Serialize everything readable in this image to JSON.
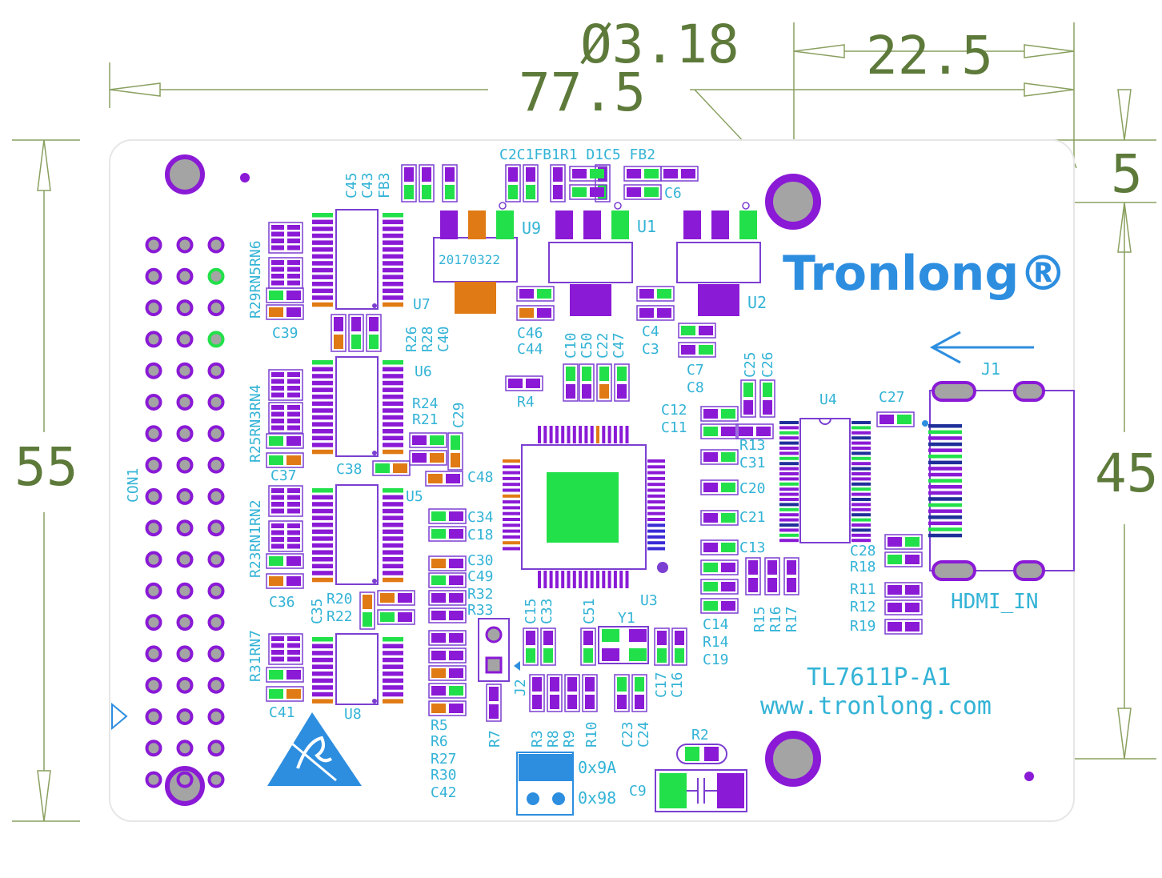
{
  "dimensions": {
    "overall_width": "77.5",
    "overall_height": "55",
    "hole_diameter": "Ø3.18",
    "hole_offset_x": "22.5",
    "hole_offset_y": "5",
    "hole_spacing_y": "45"
  },
  "brand": {
    "name": "Tronlong®"
  },
  "board": {
    "model": "TL7611P-A1",
    "website": "www.tronlong.com",
    "date_code": "20170322"
  },
  "connectors": {
    "con1": "CON1",
    "j1": "J1",
    "j1_label": "HDMI_IN",
    "j2": "J2"
  },
  "jumper": {
    "addr_a": "0x9A",
    "addr_b": "0x98"
  },
  "ics": {
    "u1": "U1",
    "u2": "U2",
    "u3": "U3",
    "u4": "U4",
    "u5": "U5",
    "u6": "U6",
    "u7": "U7",
    "u8": "U8",
    "u9": "U9",
    "y1": "Y1"
  },
  "silkscreen": {
    "l01": "C2C1FB1R1 D1C5  FB2",
    "l02": "C6",
    "l03": "C45",
    "l04": "C43",
    "l05": "FB3",
    "l06": "R29RN5RN6",
    "l07": "C39",
    "l08": "R26",
    "l09": "R28",
    "l10": "C40",
    "l11": "C46",
    "l12": "C44",
    "l13": "C10",
    "l14": "C50",
    "l15": "C22",
    "l16": "C47",
    "l17": "C4",
    "l18": "C3",
    "l19": "C7",
    "l20": "C8",
    "l21": "C25",
    "l22": "C26",
    "l23": "R25RN3RN4",
    "l24": "R24",
    "l25": "R21",
    "l26": "C29",
    "l27": "R4",
    "l28": "C12",
    "l29": "C11",
    "l30": "C27",
    "l31": "C37",
    "l32": "C38",
    "l33": "C48",
    "l34": "R13",
    "l35": "C31",
    "l36": "C20",
    "l37": "C21",
    "l38": "C13",
    "l39": "R23RN1RN2",
    "l40": "C34",
    "l41": "C18",
    "l42": "C30",
    "l43": "C49",
    "l44": "R32",
    "l45": "R33",
    "l46": "C36",
    "l47": "C35",
    "l48": "R20",
    "l49": "R22",
    "l50": "C15",
    "l51": "C33",
    "l52": "C51",
    "l53": "C14",
    "l54": "R14",
    "l55": "C19",
    "l56": "R15",
    "l57": "R16",
    "l58": "R17",
    "l59": "C28",
    "l60": "R18",
    "l61": "R11",
    "l62": "R12",
    "l63": "R19",
    "l64": "R31RN7",
    "l65": "C41",
    "l66": "C17",
    "l67": "C16",
    "l68": "R5",
    "l69": "R6",
    "l70": "R27",
    "l71": "R30",
    "l72": "C42",
    "l73": "R7",
    "l74": "R3",
    "l75": "R8",
    "l76": "R9",
    "l77": "R10",
    "l78": "C23",
    "l79": "C24",
    "l80": "R2",
    "l81": "C9"
  },
  "colors": {
    "outline": "#7b3fd1",
    "pad_purple": "#8a1ad6",
    "pad_green": "#22e04a",
    "pad_orange": "#e07a14",
    "silk_cyan": "#33b3d6",
    "dimension": "#5d7a3a",
    "brand_blue": "#2d8ee0",
    "hole_grey": "#a4a4a4"
  }
}
